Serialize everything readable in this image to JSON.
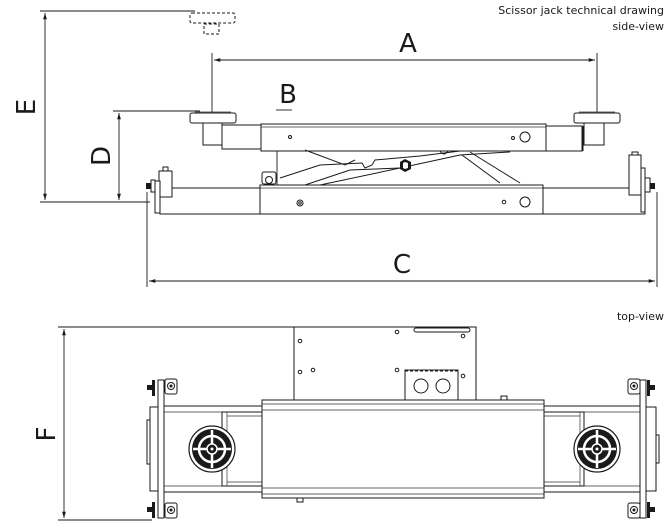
{
  "drawing": {
    "title": "Scissor jack technical drawing",
    "views": [
      "side-view",
      "top-view"
    ],
    "dimension_labels": {
      "A": "A",
      "B": "B",
      "C": "C",
      "D": "D",
      "E": "E",
      "F": "F"
    }
  },
  "colors": {
    "line": "#1a1a1a",
    "background": "#ffffff"
  }
}
